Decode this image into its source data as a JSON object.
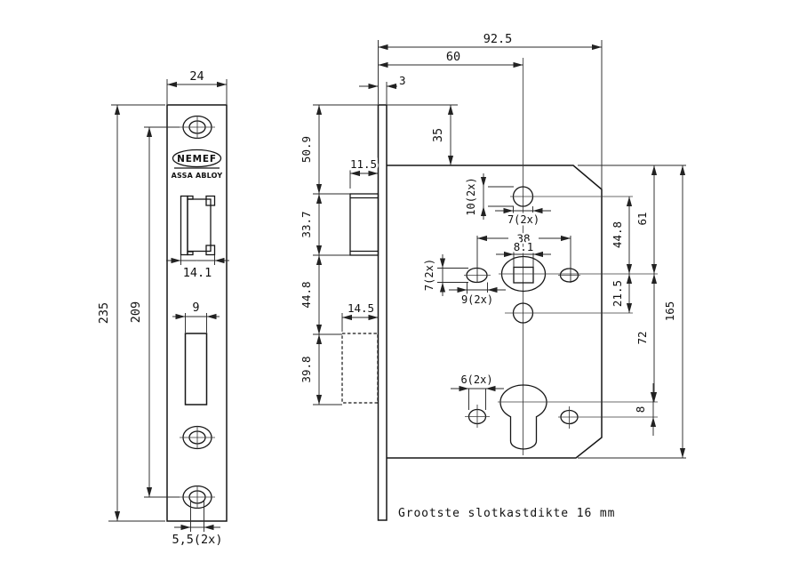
{
  "drawing": {
    "note": "Grootste  slotkastdikte  16  mm",
    "left_view": {
      "width": "24",
      "height": "235",
      "screw_spacing": "209",
      "latch_cutout_width": "14.1",
      "bolt_cutout_width": "9",
      "screw_hole_dia": "5,5(2x)",
      "logo": "NEMEF",
      "brand": "ASSA ABLOY"
    },
    "right_view": {
      "case_depth": "92.5",
      "backset": "60",
      "faceplate_thickness": "3",
      "plate_top_to_case": "35",
      "plate_top_to_latch": "50.9",
      "latch_height": "33.7",
      "latch_to_bolt": "44.8",
      "bolt_height": "39.8",
      "latch_protrusion": "11.5",
      "bolt_throw": "14.5",
      "top_hole_height": "10(2x)",
      "top_hole_width": "7(2x)",
      "handle_hole_spacing": "38",
      "spindle_square": "8.1",
      "handle_hole_height": "7(2x)",
      "handle_hole_width": "9(2x)",
      "fixing_hole_dia": "6(2x)",
      "case_top_to_spindle": "61",
      "top_hole_to_spindle": "44.8",
      "spindle_to_mid_hole": "21.5",
      "case_height": "165",
      "spindle_to_cylinder": "72",
      "cylinder_to_hole": "8"
    }
  }
}
